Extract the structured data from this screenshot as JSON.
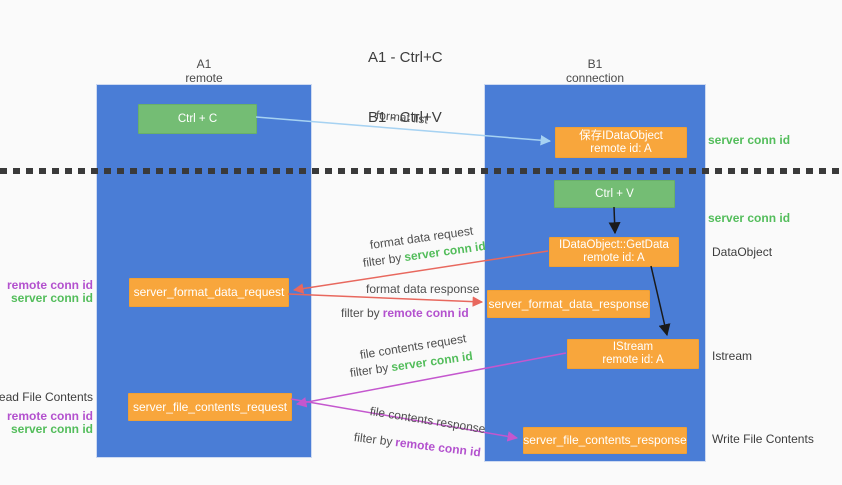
{
  "title": {
    "line1": "A1 - Ctrl+C",
    "line2": "B1 - Ctrl+V"
  },
  "lanes": {
    "a1": {
      "title": "A1",
      "subtitle": "remote"
    },
    "b1": {
      "title": "B1",
      "subtitle": "connection"
    }
  },
  "nodes": {
    "ctrl_c": {
      "label": "Ctrl + C"
    },
    "ctrl_v": {
      "label": "Ctrl + V"
    },
    "save_dataobject": {
      "line1": "保存IDataObject",
      "line2": "remote id: A"
    },
    "getdata": {
      "line1": "IDataObject::GetData",
      "line2": "remote id: A"
    },
    "istream": {
      "line1": "IStream",
      "line2": "remote id: A"
    },
    "format_request": {
      "label": "server_format_data_request"
    },
    "format_response": {
      "label": "server_format_data_response"
    },
    "file_request": {
      "label": "server_file_contents_request"
    },
    "file_response": {
      "label": "server_file_contents_response"
    }
  },
  "edges": {
    "format_list": {
      "label": "format list"
    },
    "format_data_request": {
      "label": "format data request",
      "filter_prefix": "filter by",
      "filter_key": "server conn id"
    },
    "format_data_response": {
      "label": "format data response",
      "filter_prefix": "filter by",
      "filter_key": "remote conn id"
    },
    "file_contents_request": {
      "label": "file contents request",
      "filter_prefix": "filter by",
      "filter_key": "server conn id"
    },
    "file_contents_response": {
      "label": "file contents response",
      "filter_prefix": "filter by",
      "filter_key": "remote conn id"
    }
  },
  "annotations": {
    "server_conn_id_top": "server conn id",
    "server_conn_id_mid": "server conn id",
    "dataobject": "DataObject",
    "istream": "Istream",
    "write_file_contents": "Write File Contents",
    "read_file_contents": "Read File Contents",
    "left_pair1": {
      "remote": "remote conn id",
      "server": "server conn id"
    },
    "left_pair2": {
      "remote": "remote conn id",
      "server": "server conn id"
    }
  },
  "colors": {
    "lane_blue": "#4a7dd6",
    "node_green": "#74bd74",
    "node_orange": "#f8a63c",
    "accent_green": "#53bd5b",
    "accent_purple": "#b351ce",
    "arrow_red": "#e8685e",
    "arrow_magenta": "#c457ce",
    "arrow_lightblue": "#a6d2f2",
    "arrow_black": "#1a1a1a",
    "background": "#fafafa"
  }
}
